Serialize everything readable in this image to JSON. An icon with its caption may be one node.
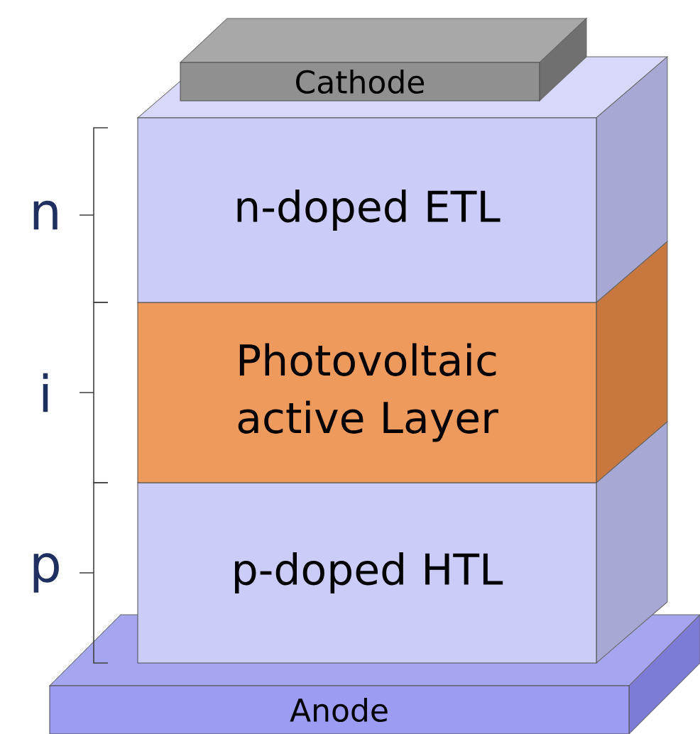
{
  "diagram": {
    "nodes": [
      {
        "text": [
          "Cathode"
        ]
      },
      {
        "text": [
          "n-doped ETL"
        ]
      },
      {
        "text": [
          "Photovoltaic active Layer"
        ]
      },
      {
        "text": [
          "p-doped HTL"
        ]
      },
      {
        "text": [
          "Anode"
        ]
      }
    ],
    "labels": [
      "n",
      "i",
      "p"
    ]
  }
}
